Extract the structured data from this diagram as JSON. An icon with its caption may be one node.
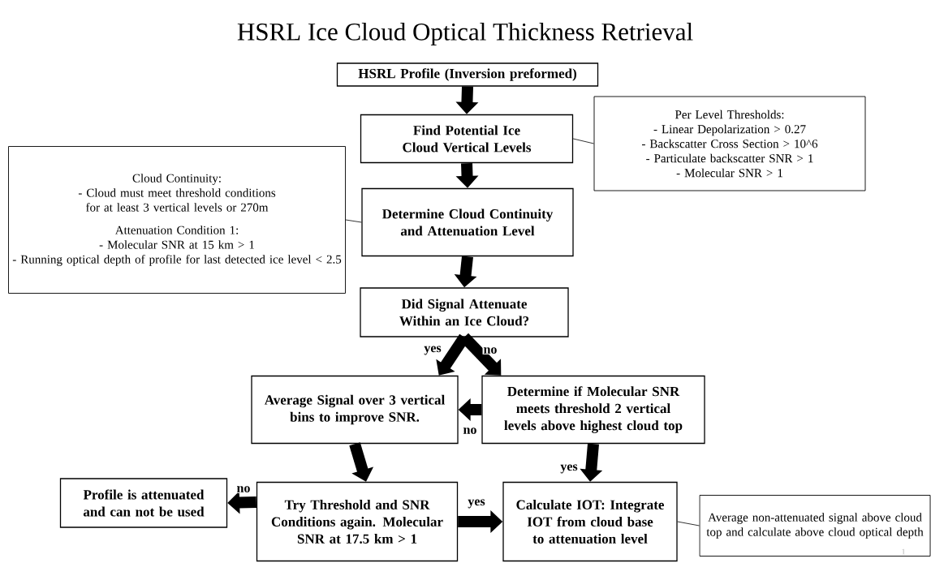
{
  "diagram": {
    "title": "HSRL Ice Cloud Optical Thickness Retrieval",
    "nodes": [
      {
        "text": [
          "HSRL Profile (Inversion preformed)"
        ]
      },
      {
        "text": [
          "Find Potential Ice Cloud Vertical Levels"
        ]
      },
      {
        "text": [
          "Per Level Thresholds:",
          "- Linear Depolarization > 0.27",
          "- Backscatter Cross Section > 10^6",
          "- Particulate backscatter SNR > 1",
          "- Molecular SNR > 1"
        ]
      },
      {
        "text": [
          "Cloud Continuity:",
          "- Cloud must meet threshold conditions for at least 3 vertical levels or 270m",
          "Attenuation Condition 1:",
          "- Molecular SNR at 15 km > 1",
          "- Running optical depth of profile for last detected ice level < 2.5"
        ]
      },
      {
        "text": [
          "Determine Cloud Continuity and Attenuation Level"
        ]
      },
      {
        "text": [
          "Did Signal Attenuate Within an Ice Cloud?"
        ]
      },
      {
        "text": [
          "Average Signal over 3 vertical bins to improve SNR."
        ]
      },
      {
        "text": [
          "Determine if Molecular SNR meets threshold 2 vertical levels above highest cloud top"
        ]
      },
      {
        "text": [
          "Profile is attenuated and can not be used"
        ]
      },
      {
        "text": [
          "Try Threshold and SNR Conditions again. Molecular SNR at 17.5 km > 1"
        ]
      },
      {
        "text": [
          "Calculate IOT: Integrate IOT from cloud base to attenuation level"
        ]
      },
      {
        "text": [
          "Average non-attenuated signal above cloud top and calculate above cloud optical depth"
        ]
      }
    ],
    "edges": [
      {
        "from": 0,
        "to": 1,
        "arrow": "to"
      },
      {
        "from": 1,
        "to": 2,
        "arrow": "none"
      },
      {
        "from": 3,
        "to": 4,
        "arrow": "none"
      },
      {
        "from": 1,
        "to": 4,
        "arrow": "to"
      },
      {
        "from": 4,
        "to": 5,
        "arrow": "to"
      },
      {
        "from": 5,
        "to": 6,
        "arrow": "to",
        "label": "yes"
      },
      {
        "from": 5,
        "to": 7,
        "arrow": "to",
        "label": "no"
      },
      {
        "from": 7,
        "to": 6,
        "arrow": "to",
        "label": "no"
      },
      {
        "from": 7,
        "to": 10,
        "arrow": "to",
        "label": "yes"
      },
      {
        "from": 6,
        "to": 9,
        "arrow": "to"
      },
      {
        "from": 9,
        "to": 8,
        "arrow": "to",
        "label": "no"
      },
      {
        "from": 9,
        "to": 10,
        "arrow": "to",
        "label": "yes"
      },
      {
        "from": 10,
        "to": 11,
        "arrow": "none"
      }
    ],
    "labels": [
      "1"
    ]
  }
}
